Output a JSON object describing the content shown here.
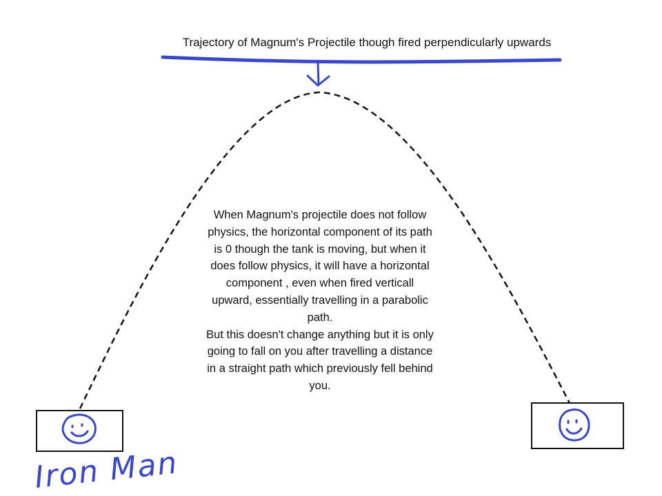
{
  "diagram": {
    "title": "Trajectory of Magnum's Projectile though fired perpendicularly upwards",
    "explanation": [
      "When Magnum's projectile does not follow physics, the horizontal component of its path is 0 though the tank is moving, but when it does follow physics, it will have a horizontal component  , even when fired verticall upward, essentially travelling in a parabolic path.",
      "But this doesn't change anything but it is only going to fall on you after travelling a distance in a straight path which previously fell behind you."
    ],
    "left_figure_label": "Iron Man",
    "colors": {
      "ink": "#111111",
      "pen_blue": "#3a47c8"
    },
    "icons": [
      "arrow-down-icon",
      "smiley-face-icon"
    ]
  }
}
